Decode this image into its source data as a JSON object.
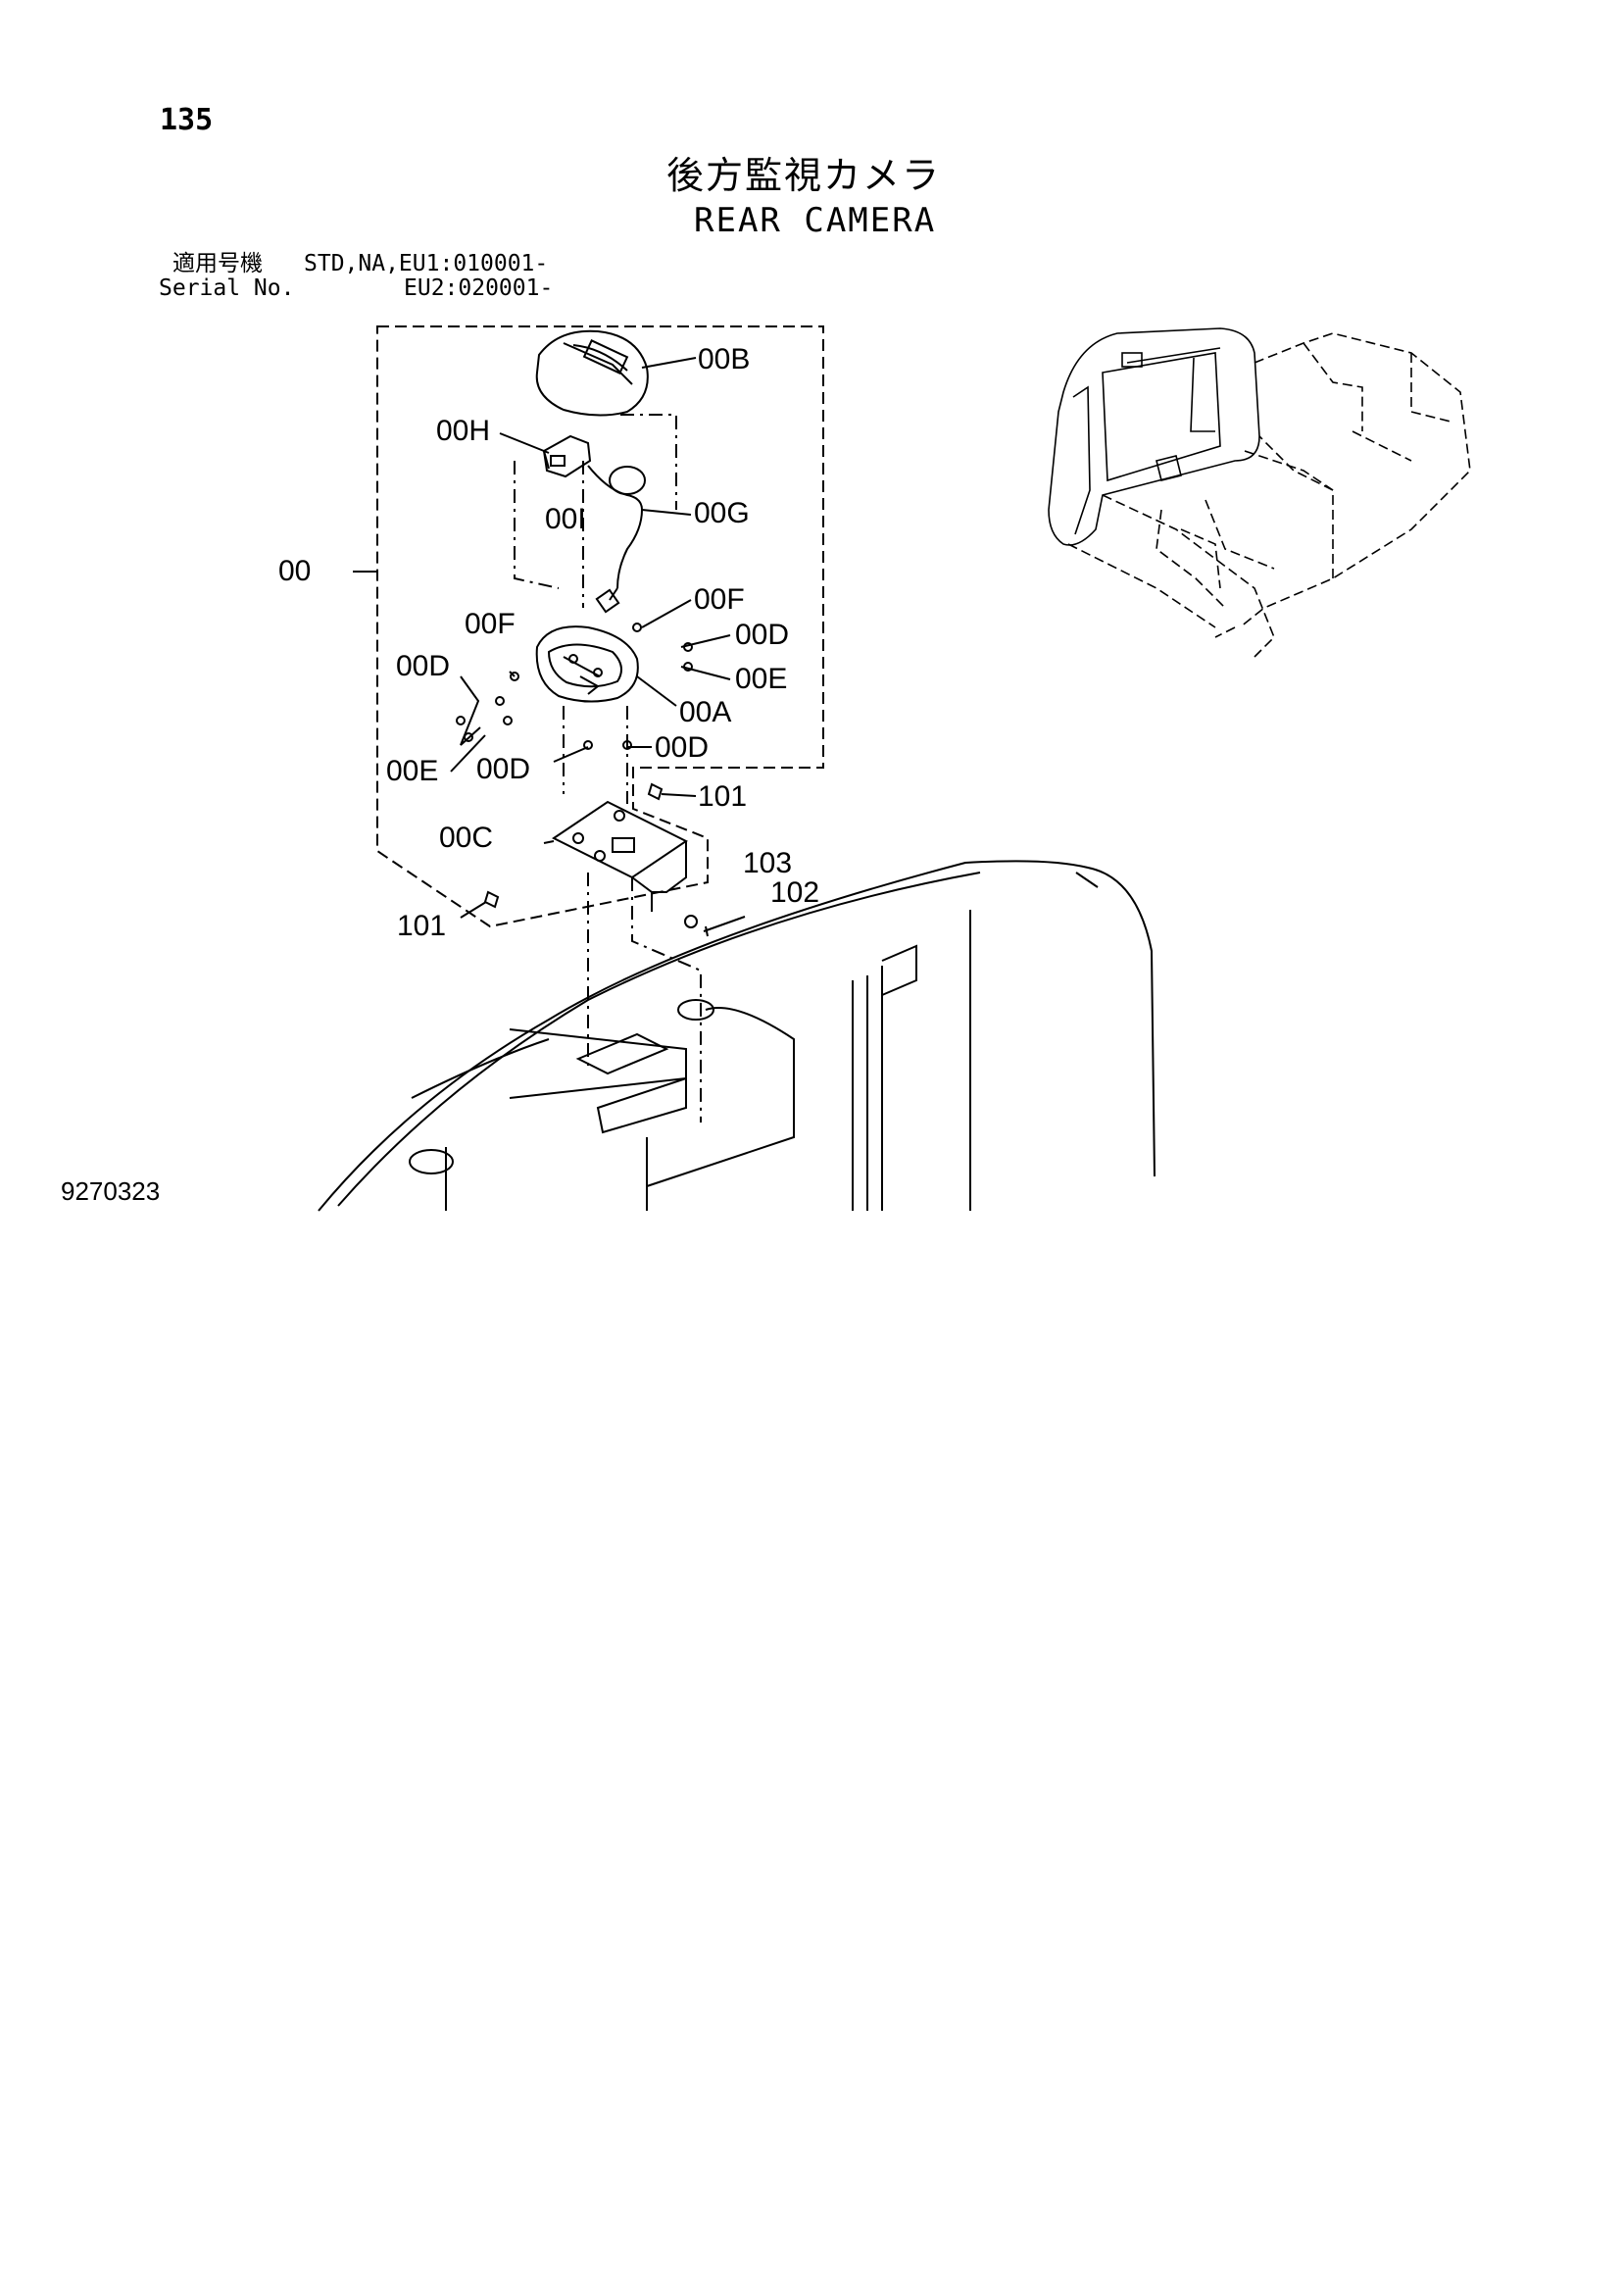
{
  "header": {
    "page_number": "135",
    "title_jp": "後方監視カメラ",
    "title_en": "REAR CAMERA"
  },
  "serial": {
    "jp_label": "適用号機",
    "range1": "STD,NA,EU1:010001-",
    "en_label": "Serial No.",
    "range2": "EU2:020001-"
  },
  "figure_number": "9270323",
  "callouts": {
    "c00": "00",
    "c00A": "00A",
    "c00B": "00B",
    "c00C": "00C",
    "c00D_1": "00D",
    "c00D_2": "00D",
    "c00D_3": "00D",
    "c00D_4": "00D",
    "c00E_1": "00E",
    "c00E_2": "00E",
    "c00F_1": "00F",
    "c00F_2": "00F",
    "c00G": "00G",
    "c00H": "00H",
    "c00I": "00I",
    "c101_1": "101",
    "c101_2": "101",
    "c102": "102",
    "c103": "103"
  }
}
